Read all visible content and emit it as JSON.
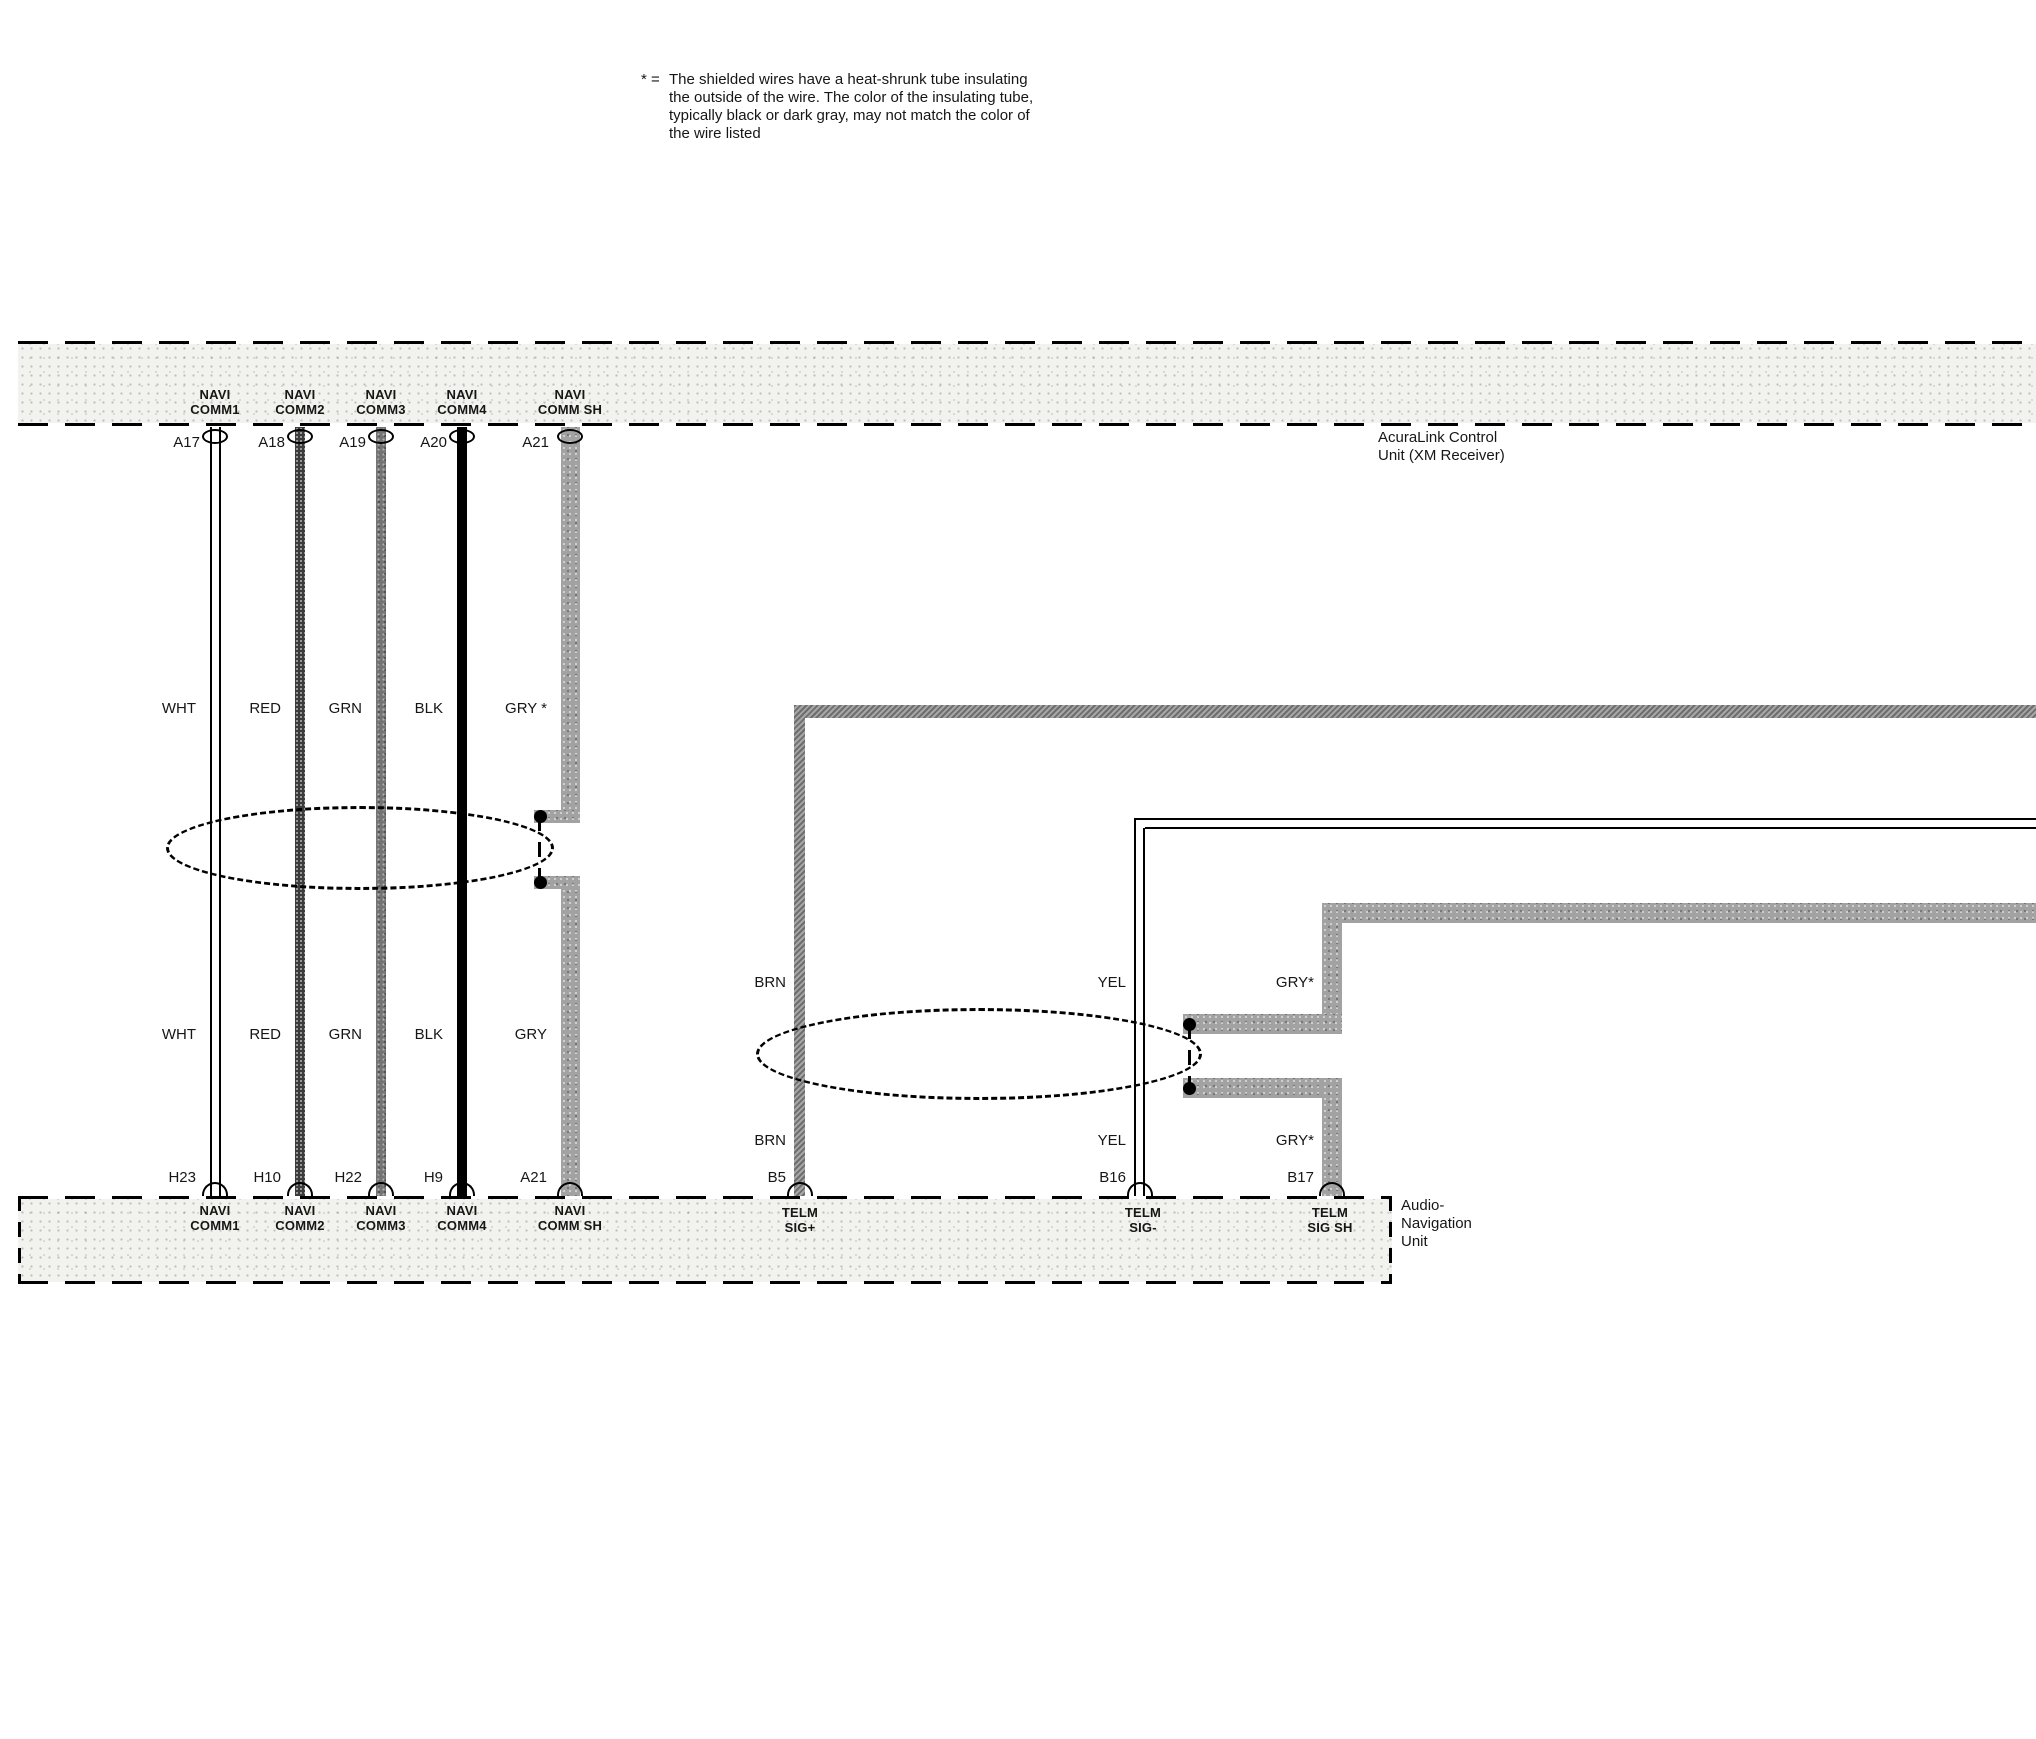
{
  "note": {
    "marker": "* =",
    "text": "The shielded wires have a heat-shrunk tube insulating\nthe outside of the wire. The color of the insulating tube,\ntypically black or dark gray, may not match the color of\nthe wire listed"
  },
  "units": {
    "top": {
      "name": "AcuraLink Control\nUnit (XM Receiver)"
    },
    "bottom": {
      "name": "Audio-\nNavigation\nUnit"
    }
  },
  "left_wires": [
    {
      "signal_top": "NAVI\nCOMM1",
      "pin_top": "A17",
      "color_upper": "WHT",
      "color_lower": "WHT",
      "pin_bottom": "H23",
      "signal_bottom": "NAVI\nCOMM1",
      "wire_color": "white"
    },
    {
      "signal_top": "NAVI\nCOMM2",
      "pin_top": "A18",
      "color_upper": "RED",
      "color_lower": "RED",
      "pin_bottom": "H10",
      "signal_bottom": "NAVI\nCOMM2",
      "wire_color": "red"
    },
    {
      "signal_top": "NAVI\nCOMM3",
      "pin_top": "A19",
      "color_upper": "GRN",
      "color_lower": "GRN",
      "pin_bottom": "H22",
      "signal_bottom": "NAVI\nCOMM3",
      "wire_color": "green"
    },
    {
      "signal_top": "NAVI\nCOMM4",
      "pin_top": "A20",
      "color_upper": "BLK",
      "color_lower": "BLK",
      "pin_bottom": "H9",
      "signal_bottom": "NAVI\nCOMM4",
      "wire_color": "black"
    },
    {
      "signal_top": "NAVI\nCOMM SH",
      "pin_top": "A21",
      "color_upper": "GRY *",
      "color_lower": "GRY",
      "pin_bottom": "A21",
      "signal_bottom": "NAVI\nCOMM SH",
      "wire_color": "gray-shield"
    }
  ],
  "right_wires": [
    {
      "color_upper": "BRN",
      "color_lower": "BRN",
      "pin_bottom": "B5",
      "signal_bottom": "TELM\nSIG+",
      "wire_color": "brown"
    },
    {
      "color_upper": "YEL",
      "color_lower": "YEL",
      "pin_bottom": "B16",
      "signal_bottom": "TELM\nSIG-",
      "wire_color": "yellow"
    },
    {
      "color_upper": "GRY*",
      "color_lower": "GRY*",
      "pin_bottom": "B17",
      "signal_bottom": "TELM\nSIG SH",
      "wire_color": "gray-shield"
    }
  ]
}
